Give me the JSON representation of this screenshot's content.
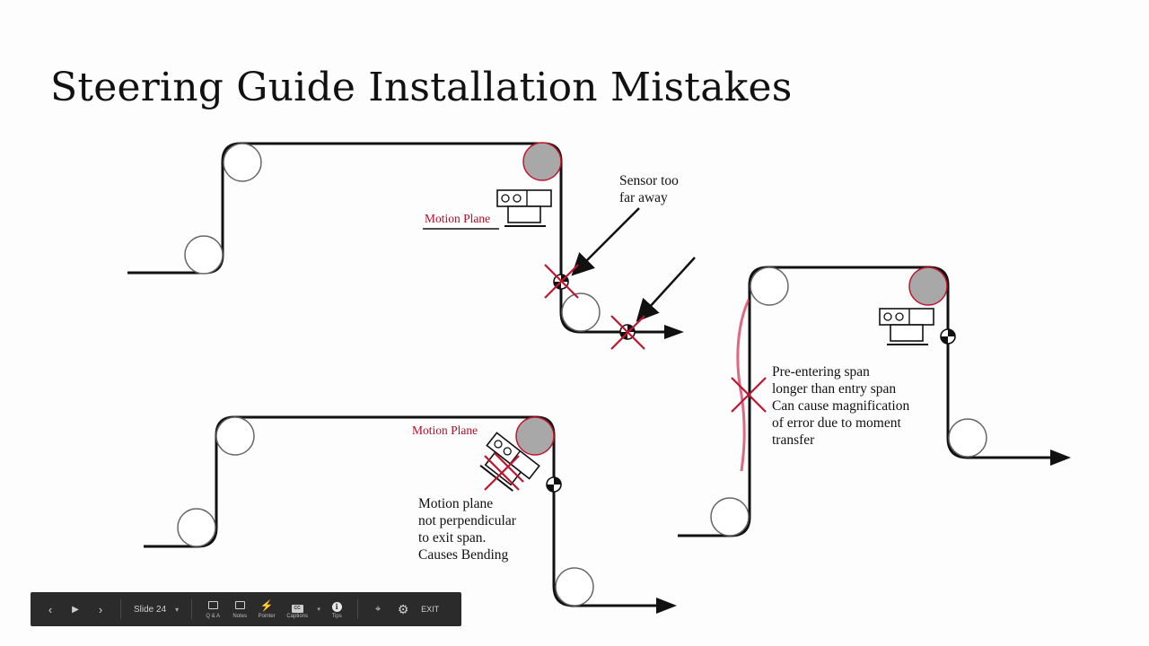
{
  "slide": {
    "title": "Steering Guide Installation Mistakes"
  },
  "diagrams": {
    "top_left": {
      "motion_plane_label": "Motion Plane",
      "sensor_note_line1": "Sensor too",
      "sensor_note_line2": "far away"
    },
    "bottom_left": {
      "motion_plane_label": "Motion Plane",
      "note_lines": [
        "Motion plane",
        "not perpendicular",
        "to exit span.",
        "Causes Bending"
      ]
    },
    "right": {
      "note_lines": [
        "Pre-entering span",
        "longer than entry span",
        "Can cause magnification",
        "of error due to moment",
        "transfer"
      ]
    }
  },
  "colors": {
    "error_red": "#c0152f",
    "web_line": "#111111",
    "driven_roller": "#a8a8a8",
    "toolbar_bg": "#2b2b2b"
  },
  "toolbar": {
    "prev_icon": "chevron-left-icon",
    "play_icon": "play-icon",
    "next_icon": "chevron-right-icon",
    "slide_label": "Slide 24",
    "qa_label": "Q & A",
    "notes_label": "Notes",
    "pointer_label": "Pointer",
    "captions_label": "Captions",
    "cc_text": "CC",
    "tips_label": "Tips",
    "exit_label": "EXIT"
  }
}
